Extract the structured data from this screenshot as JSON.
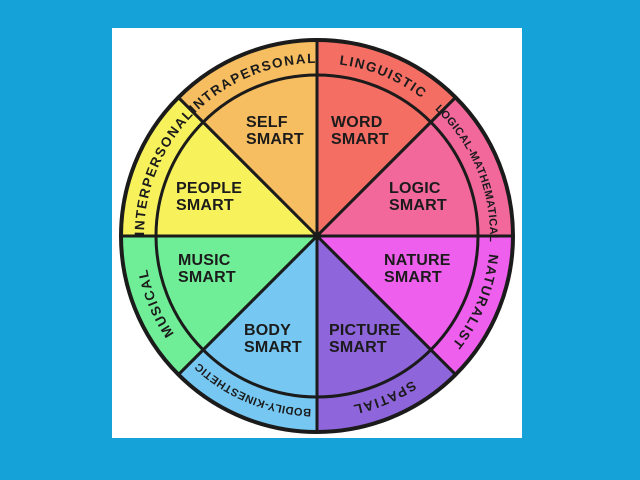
{
  "canvas": {
    "background_color": "#14A2D9",
    "panel_color": "#FFFFFF",
    "line_color": "#1B1B1B",
    "text_color": "#1B1B1B"
  },
  "wheel": {
    "sectors": [
      {
        "ring_label": "LINGUISTIC",
        "smart_line1": "WORD",
        "smart_line2": "SMART",
        "color": "#F46E64"
      },
      {
        "ring_label": "LOGICAL-MATHEMATICAL",
        "smart_line1": "LOGIC",
        "smart_line2": "SMART",
        "color": "#F2689A"
      },
      {
        "ring_label": "NATURALIST",
        "smart_line1": "NATURE",
        "smart_line2": "SMART",
        "color": "#EE5FEE"
      },
      {
        "ring_label": "SPATIAL",
        "smart_line1": "PICTURE",
        "smart_line2": "SMART",
        "color": "#8E65DB"
      },
      {
        "ring_label": "BODILY-KINESTHETIC",
        "smart_line1": "BODY",
        "smart_line2": "SMART",
        "color": "#76C7F2"
      },
      {
        "ring_label": "MUSICAL",
        "smart_line1": "MUSIC",
        "smart_line2": "SMART",
        "color": "#6FEE97"
      },
      {
        "ring_label": "INTERPERSONAL",
        "smart_line1": "PEOPLE",
        "smart_line2": "SMART",
        "color": "#F7F15C"
      },
      {
        "ring_label": "INTRAPERSONAL",
        "smart_line1": "SELF",
        "smart_line2": "SMART",
        "color": "#F6BE60"
      }
    ]
  }
}
